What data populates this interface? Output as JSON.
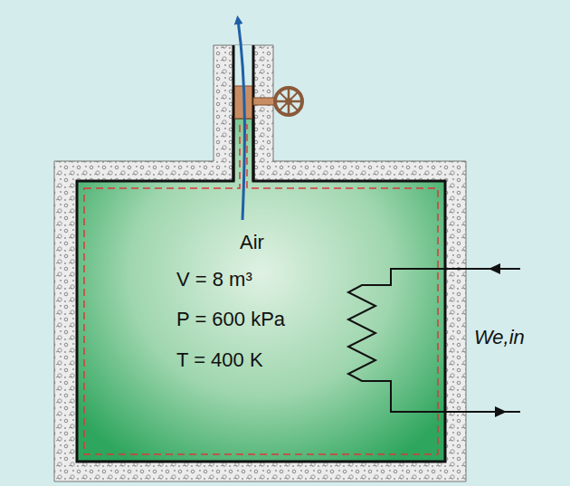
{
  "diagram": {
    "nodes": [
      {
        "text": [
          "Air",
          "V = 8 m³",
          "P = 600 kPa",
          "T = 400 K"
        ]
      }
    ],
    "labels": [
      "We,in"
    ]
  }
}
